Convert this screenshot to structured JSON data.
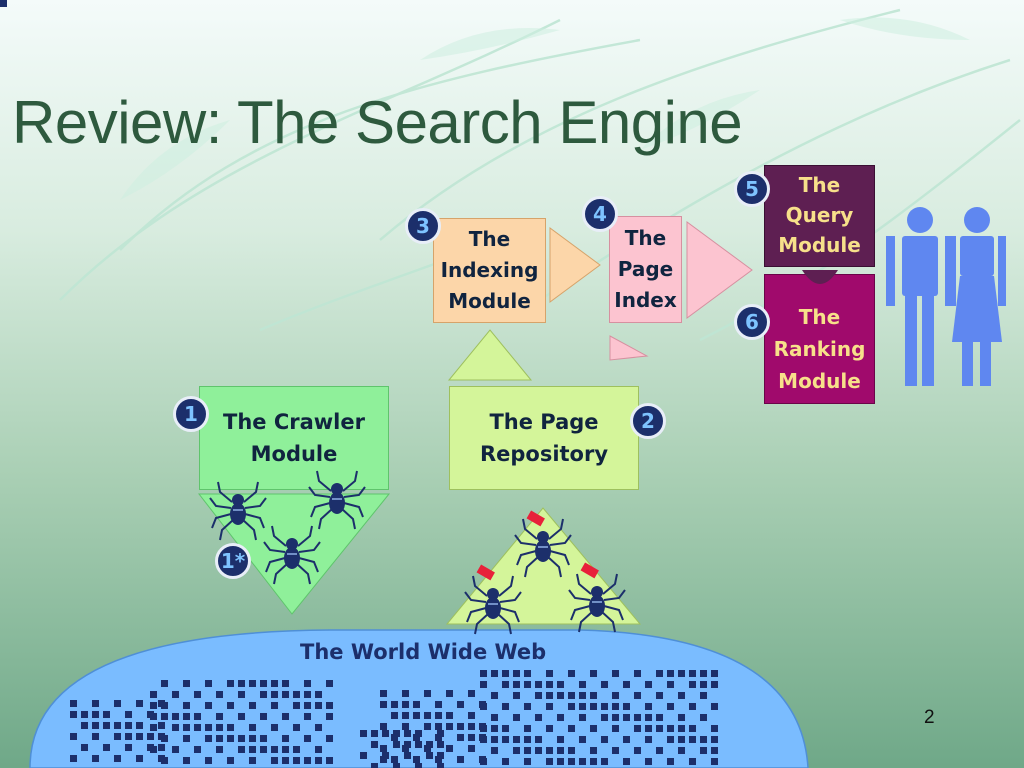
{
  "slide": {
    "title": "Review: The Search Engine",
    "page_number": "2"
  },
  "modules": {
    "crawler": {
      "badge": "1",
      "label": "The Crawler\nModule"
    },
    "crawler_spiders": {
      "badge": "1*"
    },
    "repository": {
      "badge": "2",
      "label": "The Page\nRepository"
    },
    "indexing": {
      "badge": "3",
      "label": "The\nIndexing\nModule"
    },
    "page_index": {
      "badge": "4",
      "label": "The\nPage\nIndex"
    },
    "query": {
      "badge": "5",
      "label": "The\nQuery\nModule"
    },
    "ranking": {
      "badge": "6",
      "label": "The\nRanking\nModule"
    }
  },
  "web": {
    "label": "The World Wide Web"
  },
  "icons": [
    "spider-icon",
    "user-icon",
    "globe-map"
  ],
  "colors": {
    "crawler": "#8ff09a",
    "repository": "#d4f59a",
    "indexing": "#fcd6a9",
    "page_index": "#fcc4d0",
    "query": "#5e1f52",
    "ranking": "#a00a6c",
    "web": "#7abcff",
    "badge": "#1c2f6b"
  }
}
